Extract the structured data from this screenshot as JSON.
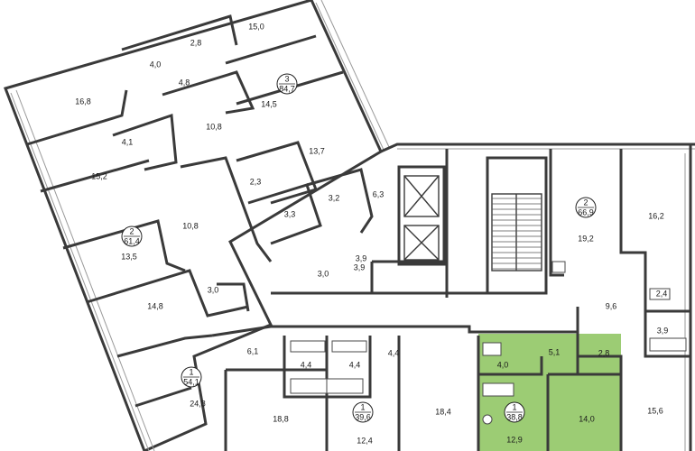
{
  "plan": {
    "highlight_color": "#9ccc74",
    "apartments": [
      {
        "id": "apt-top",
        "rooms": "3",
        "area": "84,7"
      },
      {
        "id": "apt-left",
        "rooms": "2",
        "area": "61,4"
      },
      {
        "id": "apt-bottomleft",
        "rooms": "1",
        "area": "54,1"
      },
      {
        "id": "apt-right",
        "rooms": "2",
        "area": "66,9"
      },
      {
        "id": "apt-bottommid",
        "rooms": "1",
        "area": "39,6"
      },
      {
        "id": "apt-selected",
        "rooms": "1",
        "area": "38,8"
      }
    ],
    "rooms": [
      "15,0",
      "2,8",
      "4,0",
      "4,8",
      "14,5",
      "16,8",
      "10,8",
      "4,1",
      "13,7",
      "15,2",
      "2,3",
      "3,2",
      "6,3",
      "3,3",
      "10,8",
      "13,5",
      "3,0",
      "3,9",
      "3,9",
      "14,8",
      "3,0",
      "6,1",
      "4,4",
      "4,4",
      "4,4",
      "24,8",
      "18,8",
      "12,4",
      "18,4",
      "19,2",
      "16,2",
      "9,6",
      "2,4",
      "3,9",
      "4,0",
      "5,1",
      "2,8",
      "14,0",
      "12,9",
      "15,6"
    ]
  }
}
